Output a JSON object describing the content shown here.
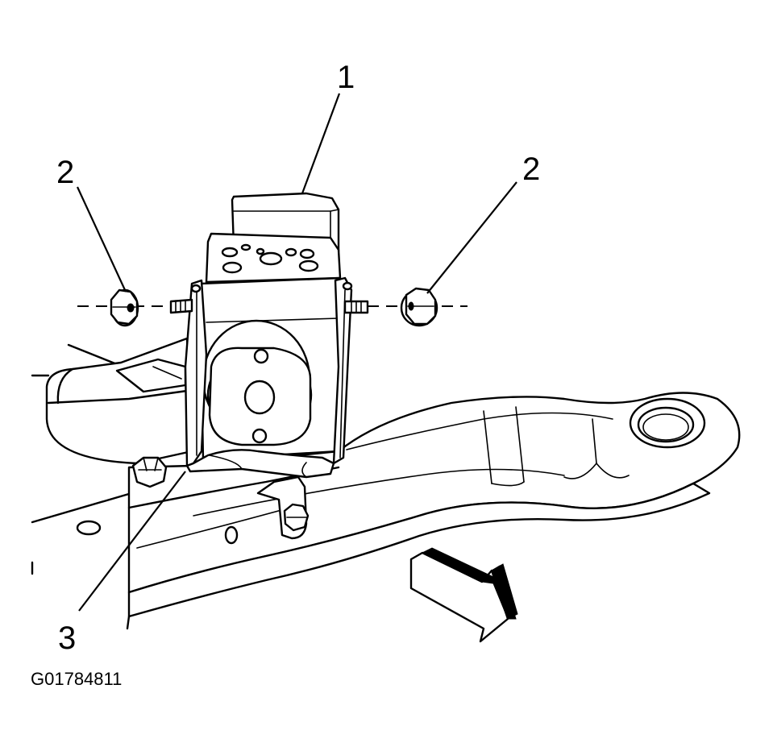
{
  "callouts": {
    "c1": "1",
    "c2_left": "2",
    "c2_right": "2",
    "c3": "3"
  },
  "figure_id": "G01784811",
  "icons": {
    "module": "brake-pressure-modulator-valve",
    "nut": "hex-nut-icon",
    "bolt": "hex-bolt-icon",
    "arrow": "front-direction-arrow-icon"
  }
}
